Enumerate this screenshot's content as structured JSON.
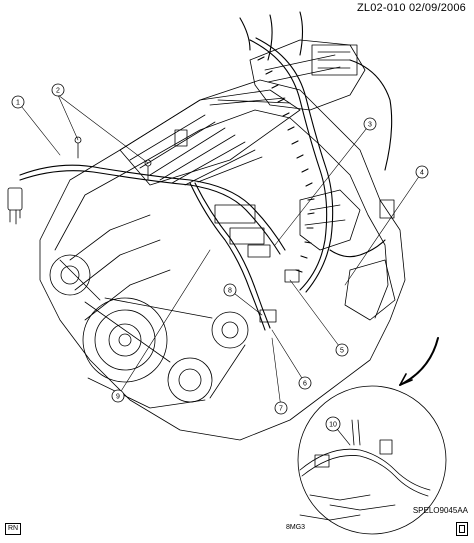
{
  "header": {
    "doc_id": "ZL02-010  02/09/2006"
  },
  "footer": {
    "part_code": "SPELO9045AA",
    "view_label": "8MG3",
    "corner_mark": "RN"
  },
  "callouts": [
    "1",
    "2",
    "3",
    "4",
    "5",
    "6",
    "7",
    "8",
    "9",
    "10"
  ],
  "colors": {
    "ink": "#000000",
    "background": "#ffffff"
  }
}
